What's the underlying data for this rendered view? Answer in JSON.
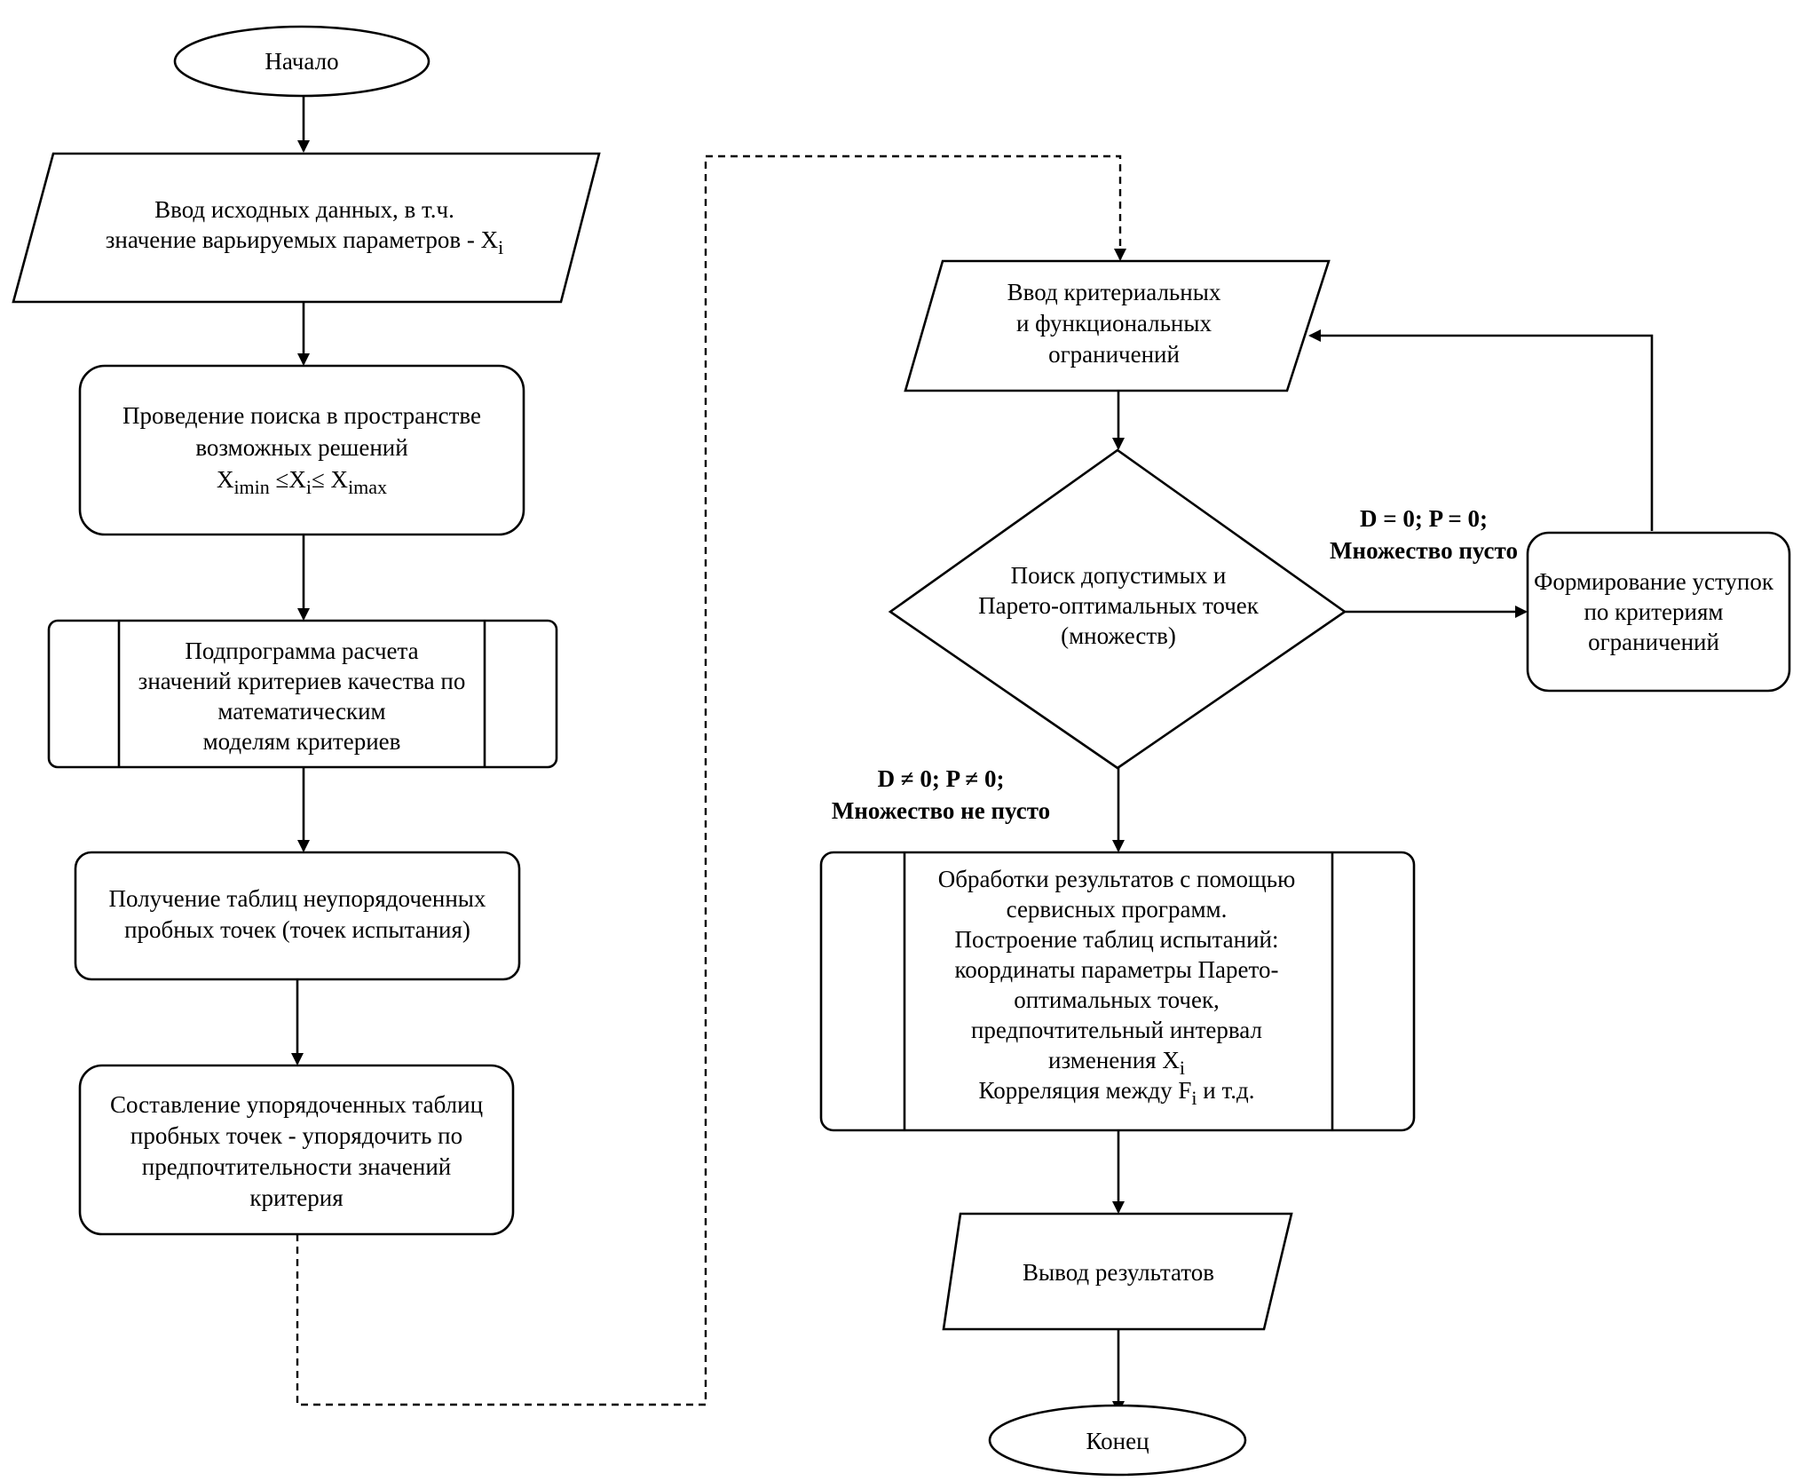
{
  "nodes": {
    "start": {
      "lines": [
        "Начало"
      ]
    },
    "input_data": {
      "lines": [
        "Ввод исходных данных, в т.ч.",
        "значение варьируемых параметров - X_i"
      ]
    },
    "search_space": {
      "lines": [
        "Проведение поиска в пространстве",
        "возможных решений",
        "X_imin ≤X_i≤ X_imax"
      ]
    },
    "subprogram_criteria": {
      "lines": [
        "Подпрограмма расчета",
        "значений критериев качества по",
        "математическим",
        "моделям критериев"
      ]
    },
    "unordered_tables": {
      "lines": [
        "Получение таблиц неупорядоченных",
        "пробных точек (точек испытания)"
      ]
    },
    "ordered_tables": {
      "lines": [
        "Составление упорядоченных таблиц",
        "пробных точек - упорядочить по",
        "предпочтительности значений",
        "критерия"
      ]
    },
    "criteria_input": {
      "lines": [
        "Ввод критериальных",
        "и функциональных",
        "ограничений"
      ]
    },
    "pareto_search": {
      "lines": [
        "Поиск допустимых и",
        "Парето-оптимальных точек",
        "(множеств)"
      ]
    },
    "concessions": {
      "lines": [
        "Формирование уступок",
        "по критериям",
        "ограничений"
      ]
    },
    "results_processing": {
      "lines": [
        "Обработки результатов с помощью",
        "сервисных программ.",
        "Построение таблиц испытаний:",
        "координаты параметры Парето-",
        "оптимальных точек,",
        "предпочтительный интервал",
        "изменения X_i",
        "Корреляция между F_i и т.д."
      ]
    },
    "output_results": {
      "lines": [
        "Вывод результатов"
      ]
    },
    "end": {
      "lines": [
        "Конец"
      ]
    }
  },
  "edge_labels": {
    "empty_set": [
      "D = 0; P = 0;",
      "Множество пусто"
    ],
    "nonempty_set": [
      "D ≠ 0; P ≠ 0;",
      "Множество не пусто"
    ]
  }
}
